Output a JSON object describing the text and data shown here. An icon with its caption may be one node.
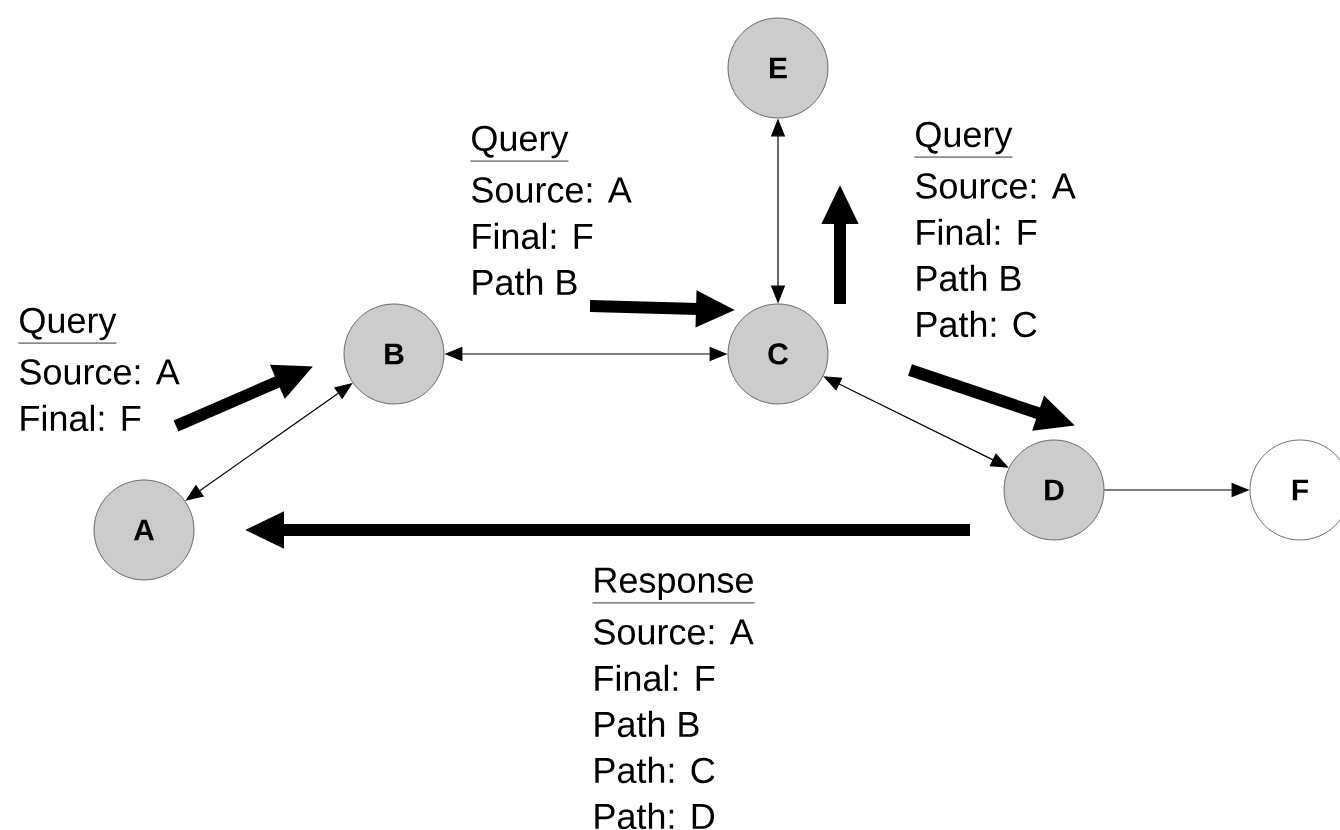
{
  "diagram": {
    "nodes": [
      {
        "text": [
          "A"
        ]
      },
      {
        "text": [
          "B"
        ]
      },
      {
        "text": [
          "E"
        ]
      },
      {
        "text": [
          "C"
        ]
      },
      {
        "text": [
          "D"
        ]
      },
      {
        "text": [
          "F"
        ]
      }
    ],
    "edges": [
      {
        "from": 0,
        "to": 1,
        "arrow": "both"
      },
      {
        "from": 1,
        "to": 3,
        "arrow": "both"
      },
      {
        "from": 3,
        "to": 2,
        "arrow": "both"
      },
      {
        "from": 3,
        "to": 4,
        "arrow": "both"
      },
      {
        "from": 4,
        "to": 5,
        "arrow": "to"
      }
    ],
    "labels": [
      "Query",
      "Source: A",
      "Final: F",
      "Query",
      "Source: A",
      "Final: F",
      "Path B",
      "Query",
      "Source: A",
      "Final: F",
      "Path B",
      "Path: C",
      "Response",
      "Source: A",
      "Final: F",
      "Path B",
      "Path: C",
      "Path: D"
    ]
  }
}
